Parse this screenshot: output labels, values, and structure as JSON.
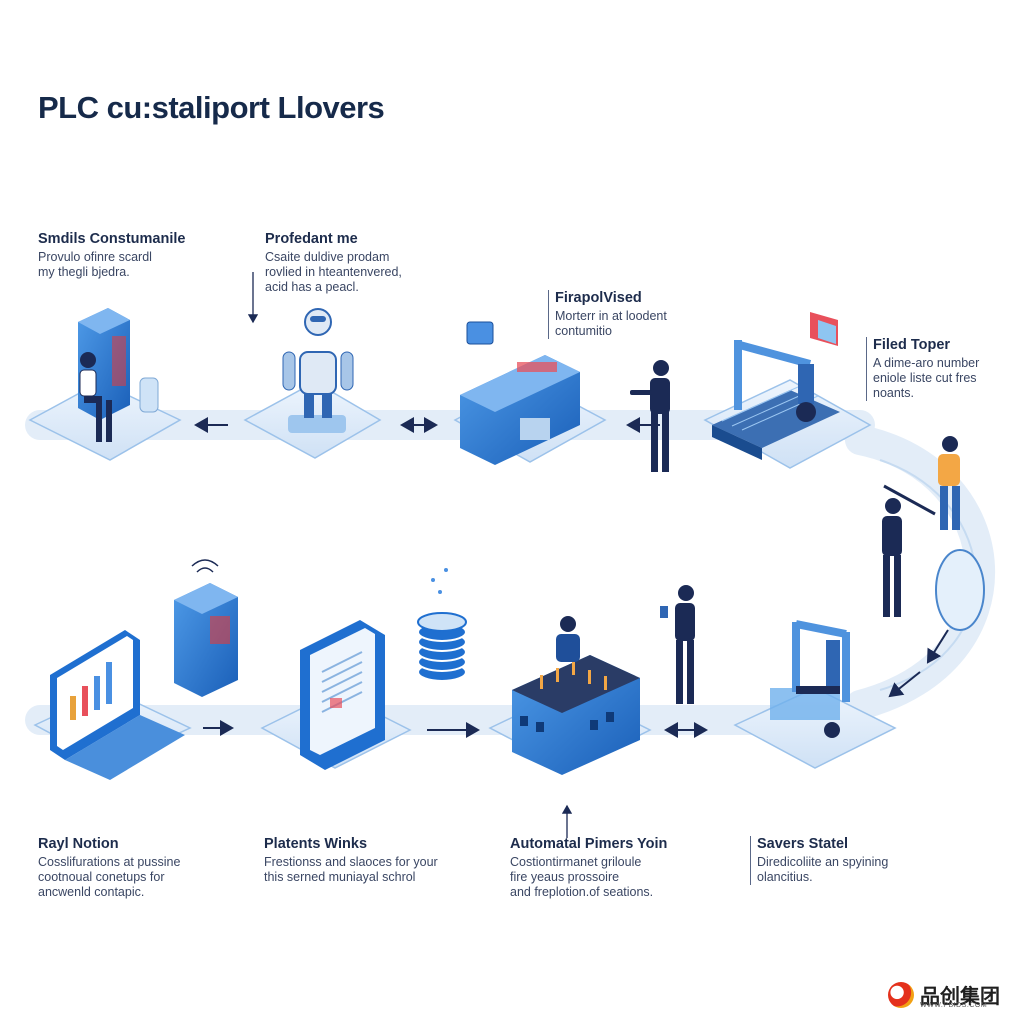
{
  "title": "PLC cu:staliport Llovers",
  "steps_top": [
    {
      "heading": "Smdils Constumanile",
      "lines": [
        "Provulo ofinre scardl",
        "my thegli bjedra."
      ]
    },
    {
      "heading": "Profedant me",
      "lines": [
        "Csaite duldive prodam",
        "rovlied in hteantenvered,",
        "acid has a peacl."
      ]
    },
    {
      "heading": "FirapolVised",
      "lines": [
        "Morterr in at loodent",
        "contumitio"
      ]
    },
    {
      "heading": "Filed Toper",
      "lines": [
        "A dime-aro number",
        "eniole liste cut fres",
        "noants."
      ]
    }
  ],
  "steps_bottom": [
    {
      "heading": "Rayl Notion",
      "lines": [
        "Cosslifurations at pussine",
        "cootnoual conetups for",
        "ancwenld contapic."
      ]
    },
    {
      "heading": "Platents Winks",
      "lines": [
        "Frestionss and slaoces for your",
        "this serned muniayal schrol"
      ]
    },
    {
      "heading": "Automatal Pimers Yoin",
      "lines": [
        "Costiontirmanet griloule",
        "fire yeaus prossoire",
        "and freplotion.of seations."
      ]
    },
    {
      "heading": "Savers Statel",
      "lines": [
        "Diredicoliite an spyining",
        "olancitius."
      ]
    }
  ],
  "watermark": {
    "name": "品创集团",
    "url": "WWW.PBIDS.COM"
  },
  "colors": {
    "accent": "#1f6fd0",
    "navy": "#1b2a55",
    "track": "#e4eef9",
    "platform": "#d6e6f6"
  }
}
